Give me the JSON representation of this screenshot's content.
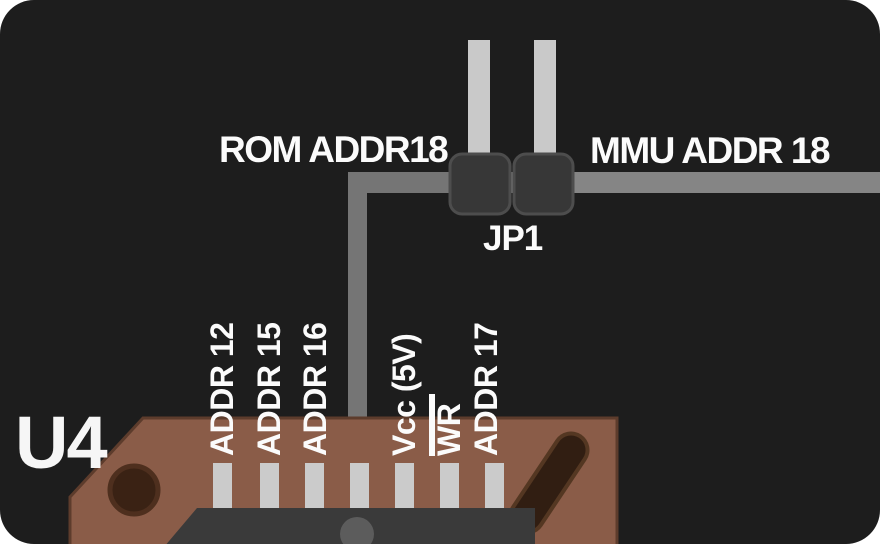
{
  "labels": {
    "rom_net": "ROM ADDR18",
    "mmu_net": "MMU ADDR 18",
    "jumper": "JP1",
    "chip_ref": "U4"
  },
  "pin_labels": [
    {
      "label": "ADDR 12",
      "overline": false
    },
    {
      "label": "ADDR 15",
      "overline": false
    },
    {
      "label": "ADDR 16",
      "overline": false
    },
    {
      "label": "Vcc (5V)",
      "overline": false
    },
    {
      "label": "WR",
      "overline": true
    },
    {
      "label": "ADDR 17",
      "overline": false
    }
  ],
  "colors": {
    "background": "#1d1d1d",
    "copper_board": "#8a5c48",
    "rom_trace": "#757575",
    "mmu_trace": "#858585",
    "pin_metal": "#c9c9c9",
    "jumper_block": "#373737",
    "chip_body": "#3a3a3a",
    "label_text": "#fbfbfb"
  }
}
